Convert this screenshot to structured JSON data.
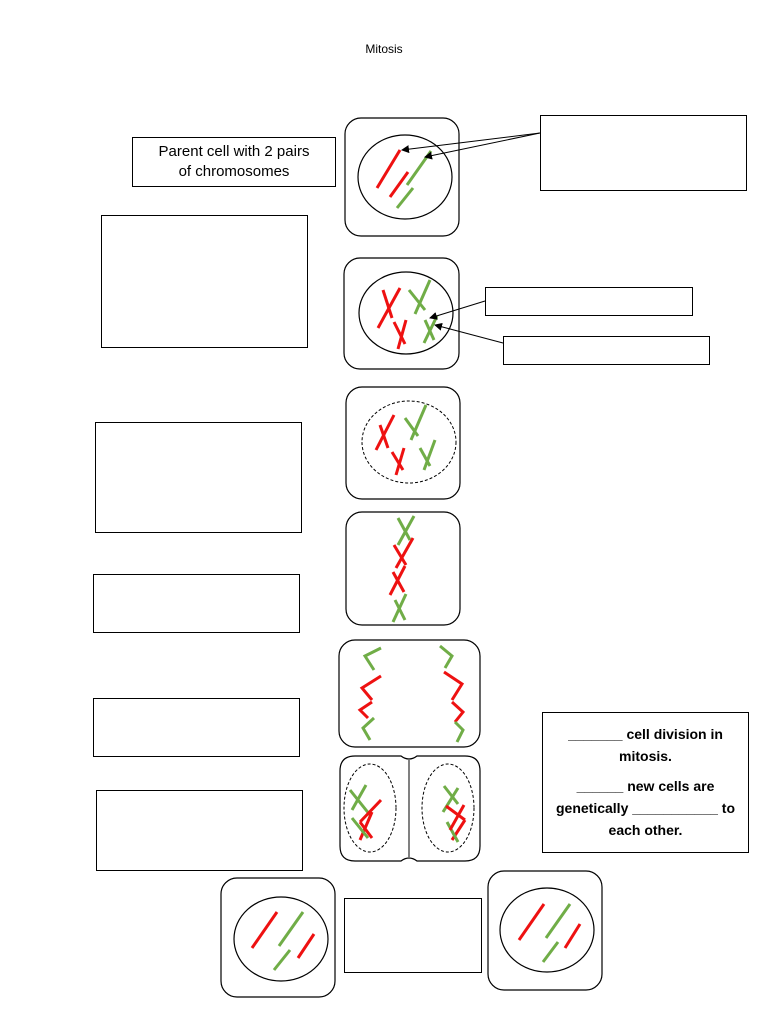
{
  "title": "Mitosis",
  "parent_label_line1": "Parent cell with 2 pairs",
  "parent_label_line2": "of chromosomes",
  "summary": {
    "line1": "_______ cell division in mitosis.",
    "line2": "______ new cells are genetically ___________ to each other."
  },
  "colors": {
    "red_chromosome": "#ee1111",
    "green_chromosome": "#70ad47",
    "outline": "#000000"
  }
}
